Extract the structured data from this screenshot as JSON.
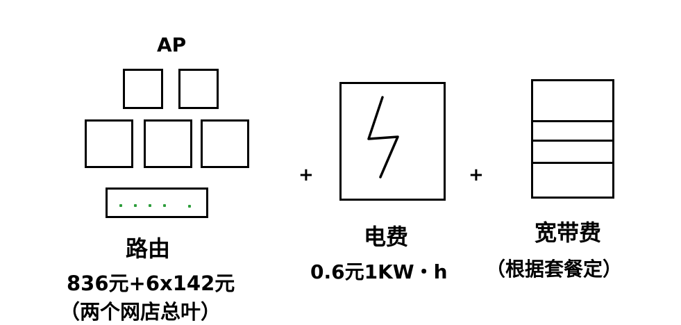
{
  "router_group": {
    "ap_label": "AP",
    "name": "路由",
    "price": "836元+6x142元",
    "note": "（两个网店总叶）",
    "led_color": "#2e9e3c"
  },
  "plus_1": "+",
  "electricity": {
    "name": "电费",
    "price": "0.6元1KW・h"
  },
  "plus_2": "+",
  "broadband": {
    "name": "宽带费",
    "price": "（根据套餐定）"
  }
}
